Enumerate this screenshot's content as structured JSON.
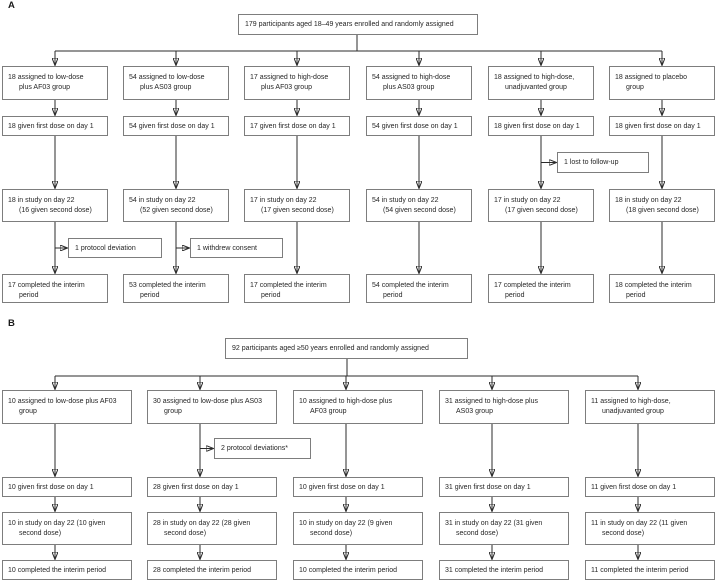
{
  "colors": {
    "background": "#ffffff",
    "box_border": "#7d7d7d",
    "connector": "#2b2b2b",
    "text": "#262626"
  },
  "panel_a": {
    "label": "A",
    "enrollment_box": "179 participants aged 18–49 years enrolled and randomly assigned",
    "columns": [
      {
        "assigned": "18 assigned to low-dose\nplus AF03 group",
        "first_dose": "18 given first dose on day 1",
        "day22": "18 in study on day 22\n(16 given second dose)",
        "side_note": "1 protocol deviation",
        "completed": "17 completed the interim\nperiod"
      },
      {
        "assigned": "54 assigned to low-dose\nplus AS03 group",
        "first_dose": "54 given first dose on day 1",
        "day22": "54 in study on day 22\n(52 given second dose)",
        "side_note": "1 withdrew consent",
        "completed": "53 completed the interim\nperiod"
      },
      {
        "assigned": "17 assigned to high-dose\nplus AF03 group",
        "first_dose": "17 given first dose on day 1",
        "day22": "17 in study on day 22\n(17 given second dose)",
        "completed": "17 completed the interim\nperiod"
      },
      {
        "assigned": "54 assigned to high-dose\nplus AS03 group",
        "first_dose": "54 given first dose on day 1",
        "day22": "54 in study on day 22\n(54 given second dose)",
        "completed": "54 completed the interim\nperiod"
      },
      {
        "assigned": "18 assigned to high-dose,\nunadjuvanted group",
        "first_dose": "18 given first dose on day 1",
        "side_note": "1 lost to follow-up",
        "day22": "17 in study on day 22\n(17 given second dose)",
        "completed": "17 completed the interim\nperiod"
      },
      {
        "assigned": "18 assigned to placebo\ngroup",
        "first_dose": "18 given first dose on day 1",
        "day22": "18 in study on day 22\n(18 given second dose)",
        "completed": "18 completed the interim\nperiod"
      }
    ]
  },
  "panel_b": {
    "label": "B",
    "enrollment_box": "92 participants aged ≥50 years enrolled and randomly assigned",
    "columns": [
      {
        "assigned": "10 assigned to low-dose plus AF03\ngroup",
        "first_dose": "10 given first dose on day 1",
        "day22": "10 in study on day 22 (10 given\nsecond dose)",
        "completed": "10 completed the interim period"
      },
      {
        "assigned": "30 assigned to low-dose plus AS03\ngroup",
        "side_note": "2 protocol deviations*",
        "first_dose": "28 given first dose on day 1",
        "day22": "28 in study on day 22 (28 given\nsecond dose)",
        "completed": "28 completed the interim period"
      },
      {
        "assigned": "10 assigned to high-dose plus\nAF03 group",
        "first_dose": "10 given first dose on day 1",
        "day22": "10 in study on day 22 (9 given\nsecond dose)",
        "completed": "10 completed the interim period"
      },
      {
        "assigned": "31 assigned to high-dose plus\nAS03 group",
        "first_dose": "31 given first dose on day 1",
        "day22": "31 in study on day 22 (31 given\nsecond dose)",
        "completed": "31 completed the interim period"
      },
      {
        "assigned": "11 assigned to high-dose,\nunadjuvanted group",
        "first_dose": "11 given first dose on day 1",
        "day22": "11 in study on day 22 (11 given\nsecond dose)",
        "completed": "11 completed the interim period"
      }
    ]
  }
}
